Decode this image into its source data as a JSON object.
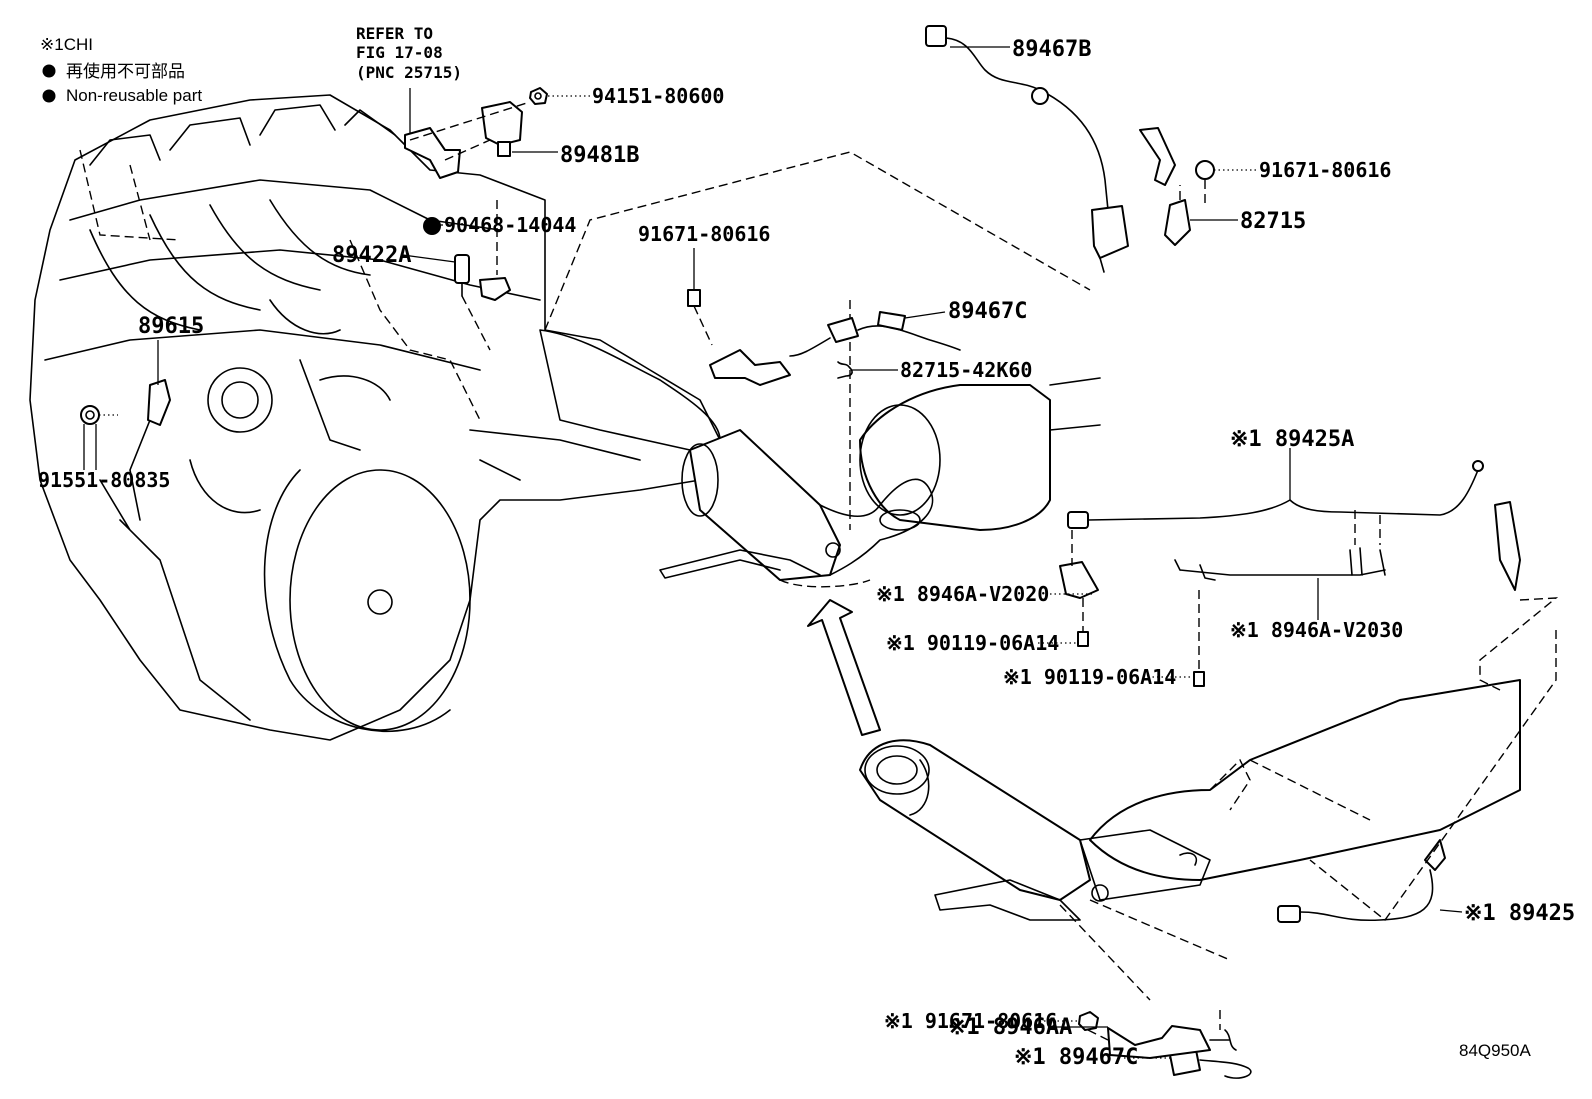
{
  "legend": {
    "mark_line": "※1CHI",
    "line_jp": "再使用不可部品",
    "line_en": "Non-reusable part"
  },
  "reference": {
    "line1": "REFER TO",
    "line2": "FIG 17-08",
    "line3": "(PNC 25715)"
  },
  "callouts": {
    "p94151": "94151-80600",
    "p89481B": "89481B",
    "p90468": "90468-14044",
    "p89422A": "89422A",
    "p89615": "89615",
    "p91551": "91551-80835",
    "p91671_a": "91671-80616",
    "p89467C": "89467C",
    "p82715_42K60": "82715-42K60",
    "p89467B": "89467B",
    "p91671_b": "91671-80616",
    "p82715": "82715",
    "p89425A": "※1 89425A",
    "p8946A_V2020": "※1 8946A-V2020",
    "p90119_a": "※1 90119-06A14",
    "p8946A_V2030": "※1 8946A-V2030",
    "p90119_b": "※1 90119-06A14",
    "p89425": "※1 89425",
    "p89467C_2": "※1 89467C",
    "p91671_c": "※1 91671-80616",
    "p8946AA": "※1 8946AA"
  },
  "figure_code": "84Q950A"
}
